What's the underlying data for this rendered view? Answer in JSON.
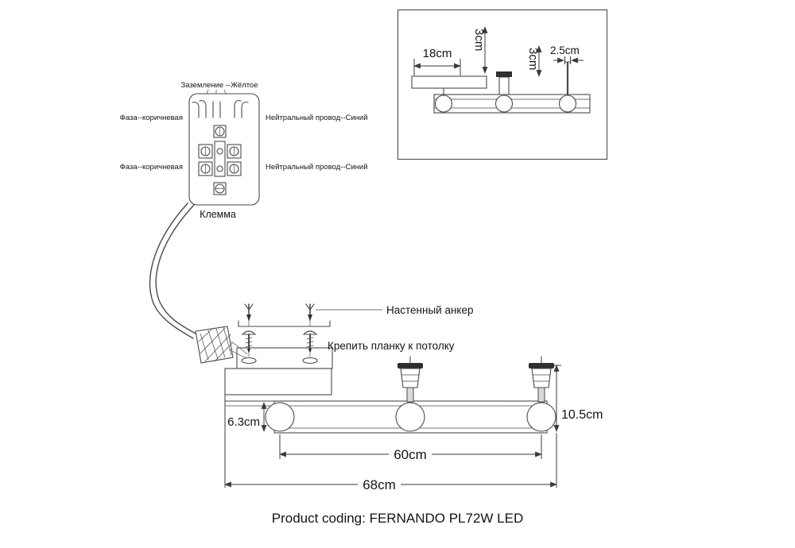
{
  "colors": {
    "line": "#4a4a4a",
    "text": "#141414",
    "dark_fill": "#2f2f2f",
    "background": "#ffffff"
  },
  "wiring": {
    "ground_label": "Заземление --Жёлтое",
    "phase_label_top": "Фаза--коричневая",
    "neutral_label_top": "Нейтральный провод--Синий",
    "phase_label_bottom": "Фаза--коричневая",
    "neutral_label_bottom": "Нейтральный провод--Синий",
    "terminal_label": "Клемма"
  },
  "detail_view": {
    "dim_width": "18cm",
    "dim_top": "3cm",
    "dim_stem": "3cm",
    "dim_pin": "2.5cm"
  },
  "mounting": {
    "anchor_label": "Настенный анкер",
    "strip_label": "Крепить планку к потолку"
  },
  "fixture": {
    "dim_height": "6.3cm",
    "dim_lamp_height": "10.5cm",
    "dim_inner_width": "60cm",
    "dim_total_width": "68cm"
  },
  "footer": {
    "product_coding": "Product coding: FERNANDO PL72W LED"
  }
}
